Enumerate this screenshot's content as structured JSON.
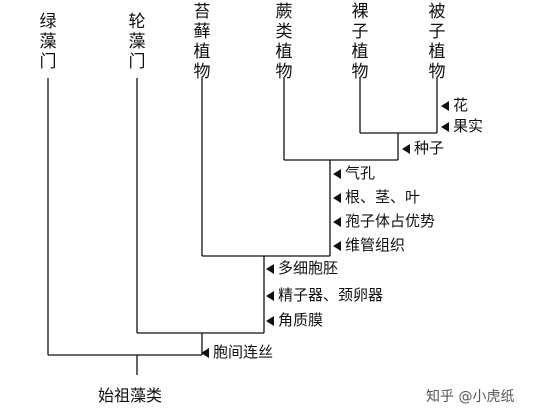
{
  "diagram": {
    "taxa": [
      {
        "id": "green",
        "label": "绿藻门"
      },
      {
        "id": "char",
        "label": "轮藻门"
      },
      {
        "id": "bryo",
        "label": "苔藓植物"
      },
      {
        "id": "fern",
        "label": "蕨类植物"
      },
      {
        "id": "gymno",
        "label": "裸子植物"
      },
      {
        "id": "angio",
        "label": "被子植物"
      }
    ],
    "traits": [
      {
        "id": "flower",
        "label": "花"
      },
      {
        "id": "fruit",
        "label": "果实"
      },
      {
        "id": "seed",
        "label": "种子"
      },
      {
        "id": "stomata",
        "label": "气孔"
      },
      {
        "id": "root_stem_leaf",
        "label": "根、茎、叶"
      },
      {
        "id": "sporophyte",
        "label": "孢子体占优势"
      },
      {
        "id": "vascular",
        "label": "维管组织"
      },
      {
        "id": "embryo",
        "label": "多细胞胚"
      },
      {
        "id": "gametangia",
        "label": "精子器、颈卵器"
      },
      {
        "id": "cuticle",
        "label": "角质膜"
      },
      {
        "id": "plasmodesmata",
        "label": "胞间连丝"
      }
    ],
    "root": "始祖藻类",
    "watermark": "知乎 @小虎纸"
  }
}
